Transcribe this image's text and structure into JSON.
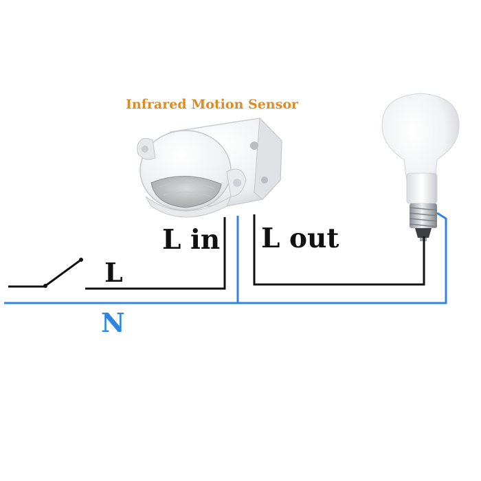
{
  "diagram": {
    "sensor_title": "Infrared Motion Sensor",
    "label_l_in": "L in",
    "label_l_out": "L out",
    "label_l": "L",
    "label_n": "N"
  },
  "colors": {
    "live_wire": "#111111",
    "neutral_wire": "#2f86e0",
    "sensor_title": "#e08a22",
    "neutral_label": "#2f86e0",
    "text": "#111111"
  },
  "icons": {
    "sensor": "infrared-motion-sensor-icon",
    "bulb": "led-bulb-icon",
    "switch": "switch-icon"
  }
}
